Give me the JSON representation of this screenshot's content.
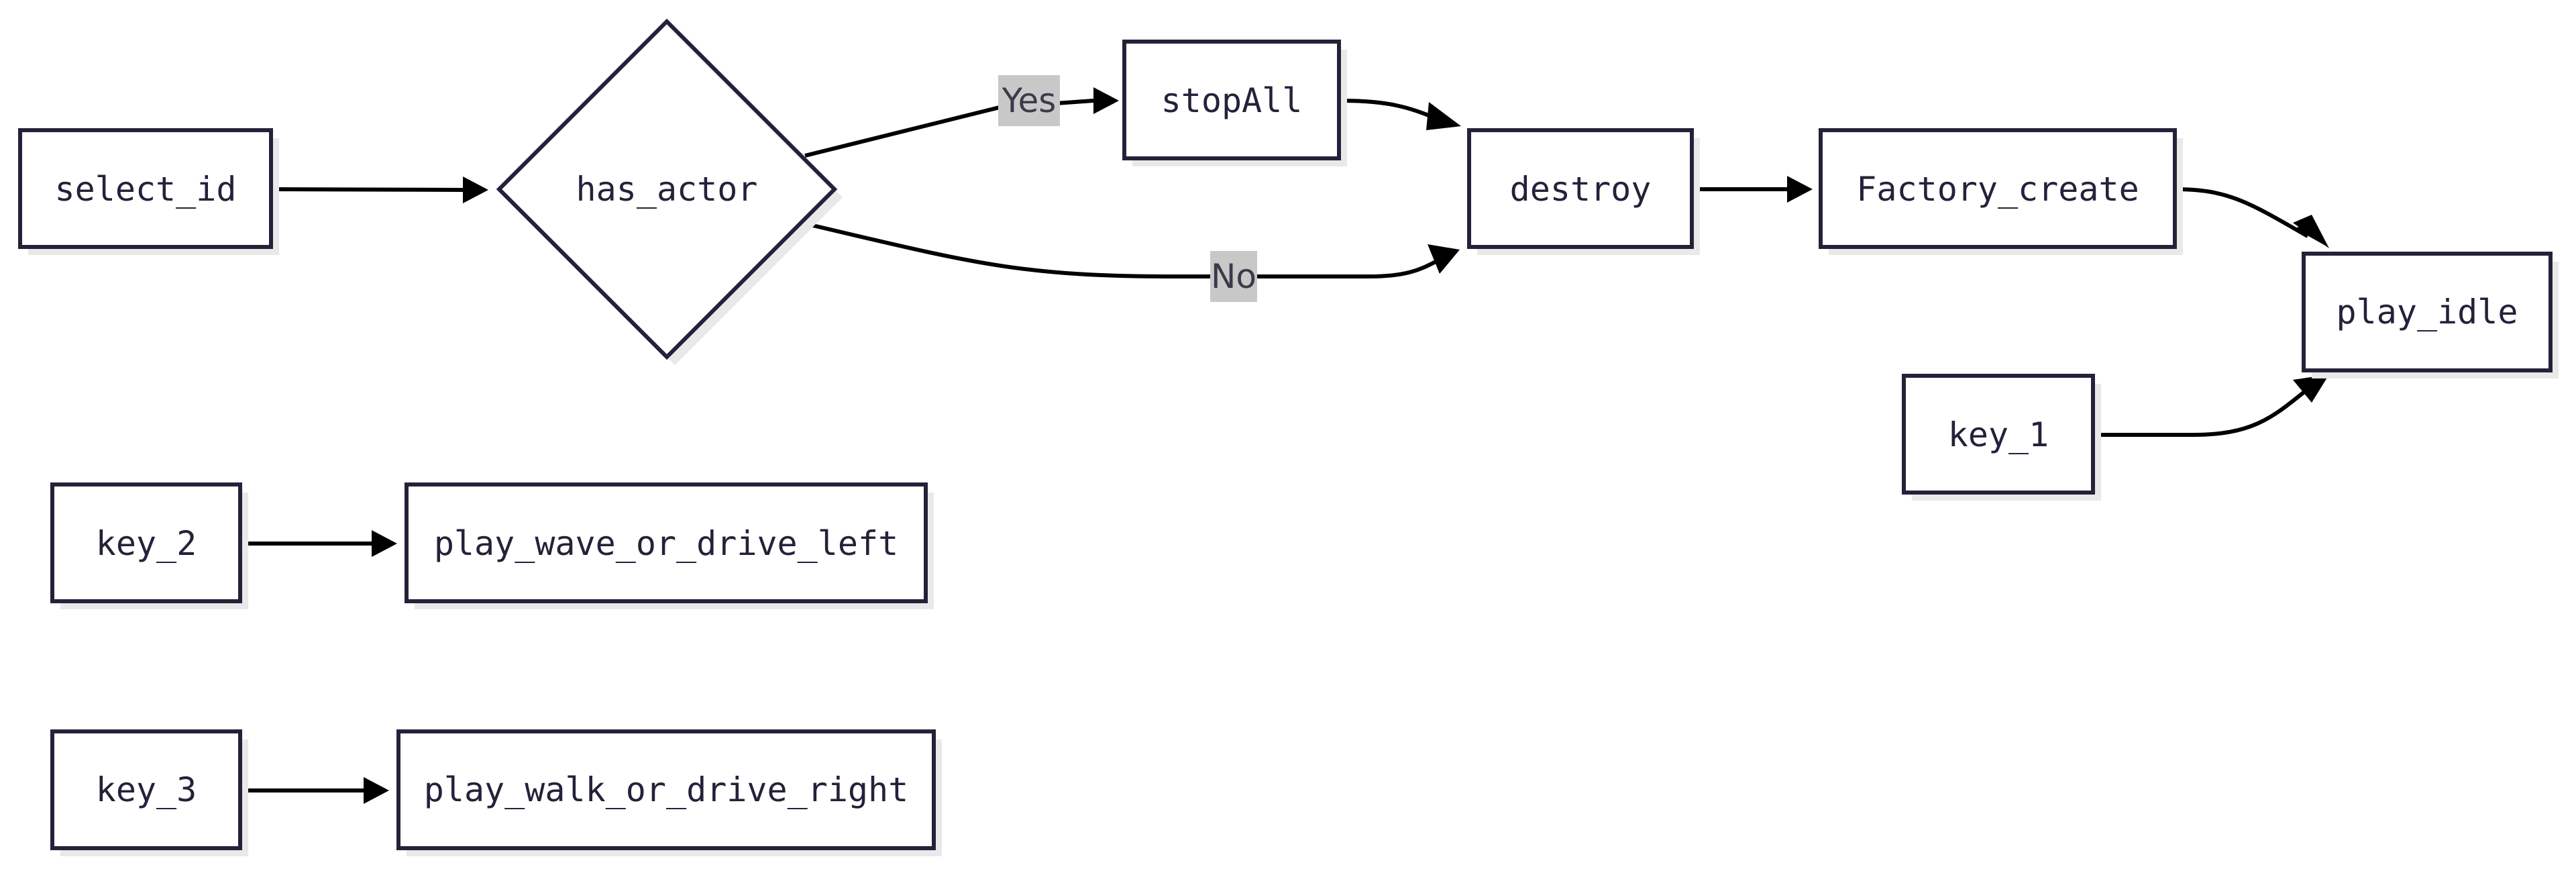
{
  "diagram": {
    "nodes": {
      "select_id": "select_id",
      "has_actor": "has_actor",
      "stopAll": "stopAll",
      "destroy": "destroy",
      "factory_create": "Factory_create",
      "play_idle": "play_idle",
      "key_1": "key_1",
      "key_2": "key_2",
      "play_wave_or_drive_left": "play_wave_or_drive_left",
      "key_3": "key_3",
      "play_walk_or_drive_right": "play_walk_or_drive_right"
    },
    "edge_labels": {
      "yes": "Yes",
      "no": "No"
    },
    "edges": [
      {
        "from": "select_id",
        "to": "has_actor"
      },
      {
        "from": "has_actor",
        "to": "stopAll",
        "label": "Yes"
      },
      {
        "from": "has_actor",
        "to": "destroy",
        "label": "No"
      },
      {
        "from": "stopAll",
        "to": "destroy"
      },
      {
        "from": "destroy",
        "to": "factory_create"
      },
      {
        "from": "factory_create",
        "to": "play_idle"
      },
      {
        "from": "key_1",
        "to": "play_idle"
      },
      {
        "from": "key_2",
        "to": "play_wave_or_drive_left"
      },
      {
        "from": "key_3",
        "to": "play_walk_or_drive_right"
      }
    ],
    "colors": {
      "node_stroke": "#23223a",
      "node_fill": "#ffffff",
      "edge": "#000000",
      "edge_label_bg": "#c8c8c8"
    }
  }
}
